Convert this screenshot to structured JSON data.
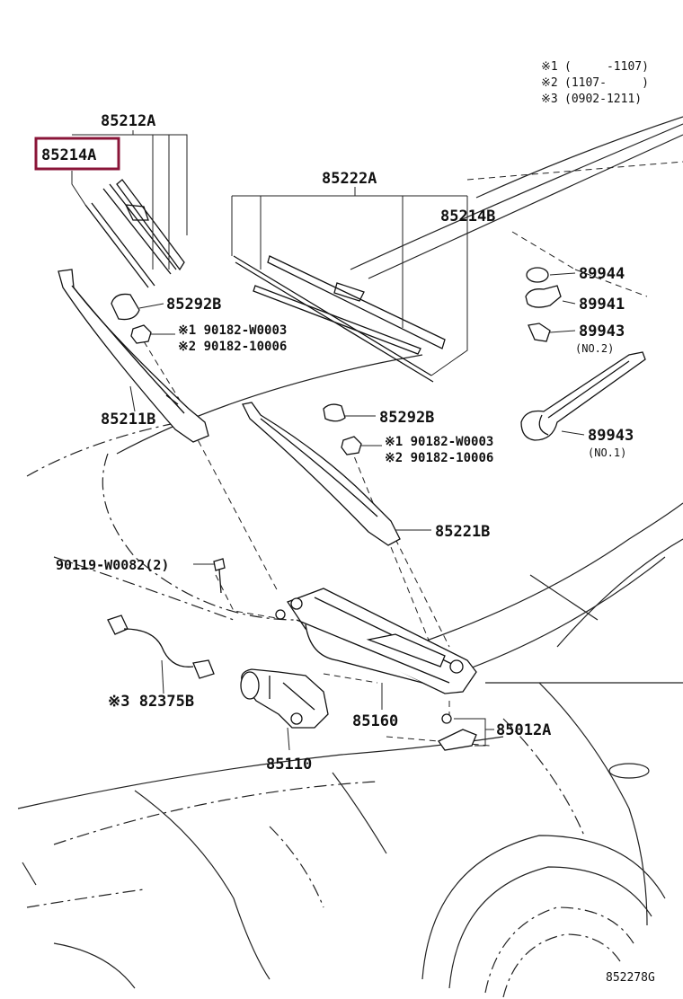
{
  "notes": [
    {
      "mark": "※1",
      "text": "(     -1107)"
    },
    {
      "mark": "※2",
      "text": "(1107-     )"
    },
    {
      "mark": "※3",
      "text": "(0902-1211)"
    }
  ],
  "callouts": {
    "p85212A": "85212A",
    "p85214A": "85214A",
    "p85222A": "85222A",
    "p85214B": "85214B",
    "p89944": "89944",
    "p89941": "89941",
    "p89943a": "89943",
    "p89943a_note": "(NO.2)",
    "p89943b": "89943",
    "p89943b_note": "(NO.1)",
    "p85292B_top": "85292B",
    "p85292B_mid": "85292B",
    "p90182_top_1": "※1 90182-W0003",
    "p90182_top_2": "※2 90182-10006",
    "p90182_mid_1": "※1 90182-W0003",
    "p90182_mid_2": "※2 90182-10006",
    "p85211B": "85211B",
    "p85221B": "85221B",
    "p90119": "90119-W0082(2)",
    "p82375B": "※3 82375B",
    "p85160": "85160",
    "p85110": "85110",
    "p85012A": "85012A"
  },
  "figure_id": "852278G",
  "highlight": {
    "target": "85214A",
    "color": "#8a1538"
  }
}
